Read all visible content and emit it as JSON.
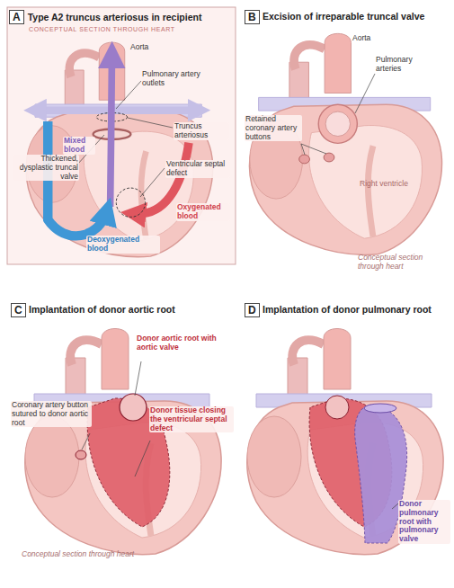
{
  "diagram": {
    "nodes": [
      {
        "text": [
          "A",
          "Type A2 truncus arteriosus in recipient",
          "CONCEPTUAL SECTION THROUGH HEART"
        ]
      }
    ],
    "labels": [
      "Aorta",
      "Pulmonary artery outlets",
      "Truncus arteriosus",
      "Mixed blood",
      "Thickened, dysplastic truncal valve",
      "Ventricular septal defect",
      "Oxygenated blood",
      "Deoxygenated blood",
      "B",
      "Excision of irreparable truncal valve",
      "Aorta",
      "Pulmonary arteries",
      "Retained coronary artery buttons",
      "Right ventricle",
      "Conceptual section through heart",
      "C",
      "Implantation of donor aortic root",
      "Donor aortic root with aortic valve",
      "Coronary artery button sutured to donor aortic root",
      "Donor tissue closing the ventricular septal defect",
      "Conceptual section through heart",
      "D",
      "Implantation of donor pulmonary root",
      "Donor pulmonary root with pulmonary valve"
    ]
  }
}
